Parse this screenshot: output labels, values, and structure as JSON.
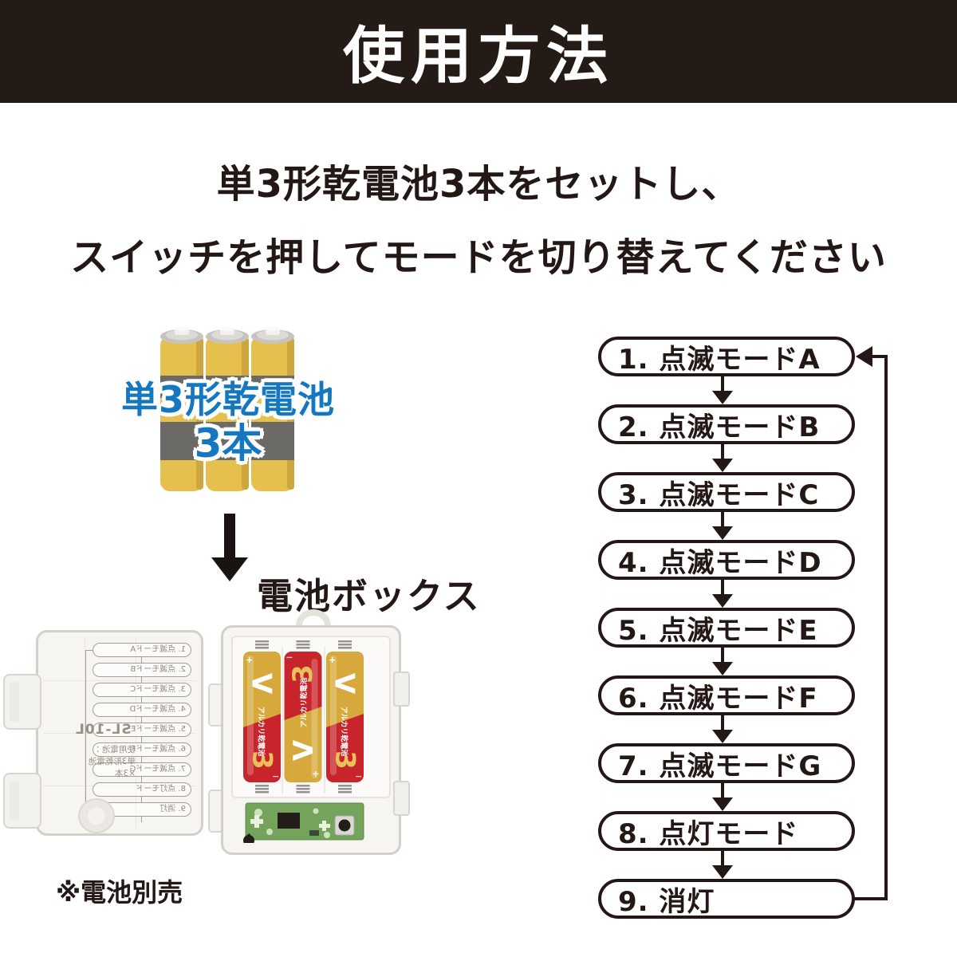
{
  "header": {
    "title": "使用方法"
  },
  "instructions": {
    "line1": "単3形乾電池3本をセットし、",
    "line2": "スイッチを押してモードを切り替えてください"
  },
  "battery_diagram": {
    "label_line1": "単3形乾電池",
    "label_line2": "3本"
  },
  "battery_box": {
    "title": "電池ボックス",
    "note": "※電池別売",
    "model": "SL-10L",
    "spec_lines": [
      "使用電池：",
      "単3形乾電池",
      "×3本"
    ],
    "battery_brand": {
      "brand_letter": "V",
      "brand_name": "アルカリ乾電池",
      "size_number": "3",
      "plus": "+",
      "minus": "−"
    }
  },
  "flowchart": {
    "items": [
      {
        "label": "1. 点滅モードA"
      },
      {
        "label": "2. 点滅モードB"
      },
      {
        "label": "3. 点滅モードC"
      },
      {
        "label": "4. 点滅モードD"
      },
      {
        "label": "5. 点滅モードE"
      },
      {
        "label": "6. 点滅モードF"
      },
      {
        "label": "7. 点滅モードG"
      },
      {
        "label": "8. 点灯モード"
      },
      {
        "label": "9. 消灯"
      }
    ]
  },
  "colors": {
    "header_bg": "#241a16",
    "text": "#231815",
    "accent_blue": "#1577c0",
    "battery_yellow": "#e6c04f",
    "battery_red": "#c8242c",
    "pcb_green": "#74a35c"
  }
}
